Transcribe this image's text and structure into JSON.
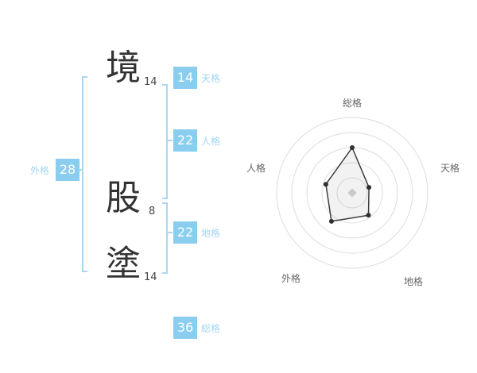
{
  "name_analysis": {
    "characters": [
      {
        "char": "境",
        "strokes": "14"
      },
      {
        "char": "股",
        "strokes": "8"
      },
      {
        "char": "塗",
        "strokes": "14"
      }
    ],
    "scores": {
      "tenkaku": {
        "value": "14",
        "label": "天格"
      },
      "jinkaku": {
        "value": "22",
        "label": "人格"
      },
      "chikaku": {
        "value": "22",
        "label": "地格"
      },
      "gaikaku": {
        "value": "28",
        "label": "外格"
      },
      "soukaku": {
        "value": "36",
        "label": "総格"
      }
    },
    "colors": {
      "badge_bg": "#8bcdef",
      "badge_text": "#ffffff",
      "score_label": "#a3d6f2",
      "bracket": "#a9d7f1"
    }
  },
  "chart_data": {
    "type": "radar",
    "title": "",
    "axes": [
      "総格",
      "天格",
      "地格",
      "外格",
      "人格"
    ],
    "values": [
      36,
      14,
      22,
      28,
      22
    ],
    "max": 60,
    "rings": 5,
    "grid": "concentric-circles",
    "legend": "none",
    "colors": {
      "ring": "#dcdcdc",
      "polygon_stroke": "#3c3c3c",
      "polygon_fill": "rgba(150,150,150,0.12)",
      "vertex": "#2f2f2f",
      "center_marker": "#c9c9c9"
    }
  }
}
